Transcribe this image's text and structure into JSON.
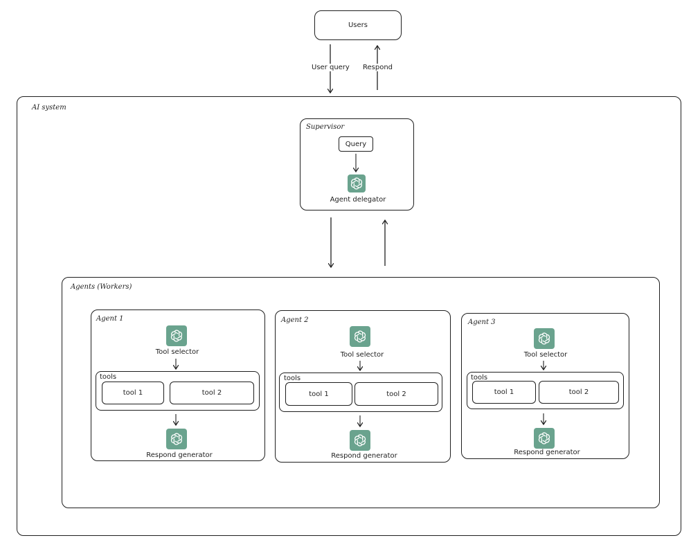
{
  "users": {
    "label": "Users"
  },
  "edges": {
    "user_query": "User query",
    "respond": "Respond"
  },
  "ai_system": {
    "title": "AI system",
    "supervisor": {
      "title": "Supervisor",
      "query": "Query",
      "delegator": "Agent delegator"
    },
    "agents_group": {
      "title": "Agents (Workers)",
      "agents": [
        {
          "title": "Agent 1",
          "tool_selector": "Tool selector",
          "tools_title": "tools",
          "tools": [
            "tool 1",
            "tool 2"
          ],
          "generator": "Respond generator"
        },
        {
          "title": "Agent 2",
          "tool_selector": "Tool selector",
          "tools_title": "tools",
          "tools": [
            "tool 1",
            "tool 2"
          ],
          "generator": "Respond generator"
        },
        {
          "title": "Agent 3",
          "tool_selector": "Tool selector",
          "tools_title": "tools",
          "tools": [
            "tool 1",
            "tool 2"
          ],
          "generator": "Respond generator"
        }
      ]
    }
  },
  "colors": {
    "stroke": "#1e1e1e",
    "openai_bg": "#6aa38e"
  },
  "icons": {
    "model": "openai-icon"
  }
}
